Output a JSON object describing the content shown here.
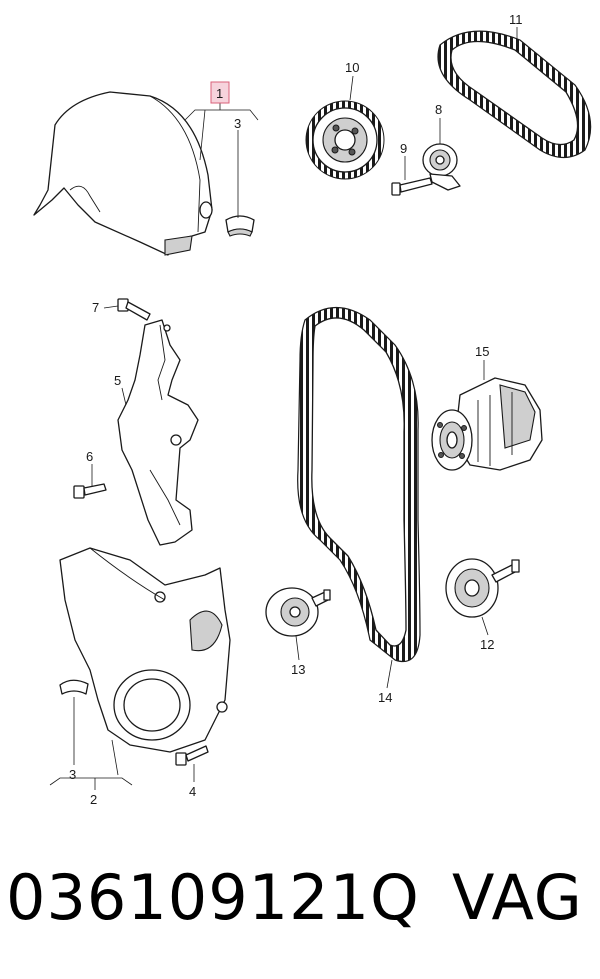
{
  "callouts": [
    {
      "id": "c1",
      "text": "1"
    },
    {
      "id": "c3a",
      "text": "3"
    },
    {
      "id": "c10",
      "text": "10"
    },
    {
      "id": "c9",
      "text": "9"
    },
    {
      "id": "c8",
      "text": "8"
    },
    {
      "id": "c11",
      "text": "11"
    },
    {
      "id": "c7",
      "text": "7"
    },
    {
      "id": "c5",
      "text": "5"
    },
    {
      "id": "c6",
      "text": "6"
    },
    {
      "id": "c15",
      "text": "15"
    },
    {
      "id": "c13",
      "text": "13"
    },
    {
      "id": "c14",
      "text": "14"
    },
    {
      "id": "c12",
      "text": "12"
    },
    {
      "id": "c3b",
      "text": "3"
    },
    {
      "id": "c2",
      "text": "2"
    },
    {
      "id": "c4",
      "text": "4"
    }
  ],
  "highlight": {
    "callout": "1",
    "fill": "#f6d3dc",
    "stroke": "#d9607a"
  },
  "footer": {
    "part_number": "036109121Q",
    "brand": "VAG"
  }
}
